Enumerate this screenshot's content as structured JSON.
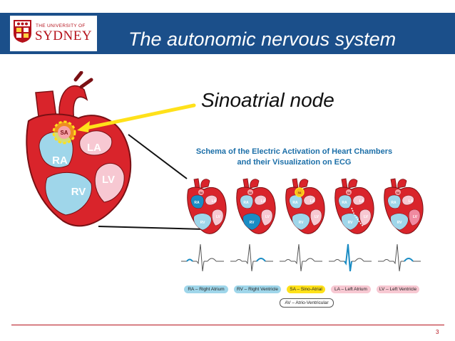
{
  "header": {
    "title": "The autonomic nervous system",
    "logo_small": "THE UNIVERSITY OF",
    "logo_big": "SYDNEY"
  },
  "annotation": "Sinoatrial node",
  "big_heart": {
    "labels": [
      "SA",
      "LA",
      "RA",
      "LV",
      "RV"
    ]
  },
  "schema": {
    "title_line1": "Schema of the Electric Activation of Heart Chambers",
    "title_line2": "and their Visualization on ECG",
    "mini_labels": [
      "SA",
      "LA",
      "RA",
      "LV",
      "RV"
    ],
    "panels": [
      {
        "highlight": "RA"
      },
      {
        "highlight": "RV"
      },
      {
        "highlight": "SA"
      },
      {
        "highlight": "AV"
      },
      {
        "highlight": "LV"
      }
    ]
  },
  "legend": {
    "items": [
      "RA – Right Atrium",
      "RV – Right Ventricle",
      "SA – Sino-Atrial",
      "LA – Left Atrium",
      "LV – Left Ventricle"
    ],
    "av": "AV – Atrio-Ventricular"
  },
  "colors": {
    "header_bg": "#1b4f8a",
    "myocardium": "#d9242b",
    "right_chambers": "#9fd6ea",
    "left_chambers": "#f7c8d2",
    "sa_highlight": "#ffe11a",
    "ecg_highlight": "#1a8cc4",
    "ecg_normal": "#555555",
    "accent_red": "#b5121b"
  },
  "page_number": "3"
}
